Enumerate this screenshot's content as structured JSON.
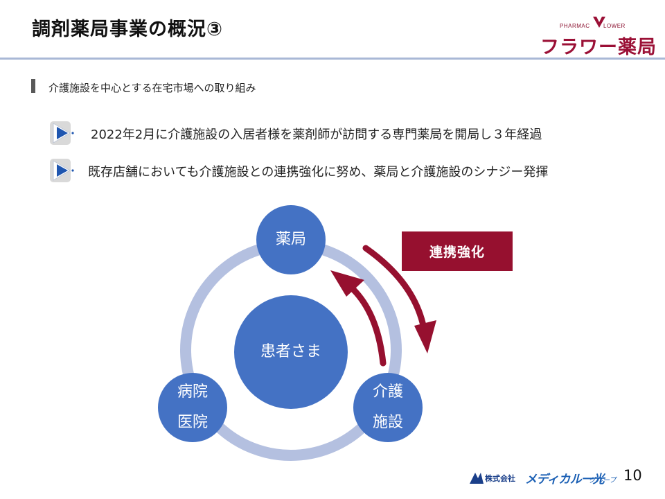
{
  "header": {
    "title": "調剤薬局事業の概況③",
    "logo": {
      "small_left": "PHARMAC",
      "small_right": "LOWER",
      "main": "フラワー薬局"
    }
  },
  "section": {
    "label": "介護施設を中心とする在宅市場への取り組み"
  },
  "bullets": [
    {
      "text": "2022年2月に介護施設の入居者様を薬剤師が訪問する専門薬局を開局し３年経過"
    },
    {
      "text": "既存店舗においても介護施設との連携強化に努め、薬局と介護施設のシナジー発揮"
    }
  ],
  "diagram": {
    "center": "患者さま",
    "pharmacy": "薬局",
    "hospital_line1": "病院",
    "hospital_line2": "医院",
    "care_line1": "介護",
    "care_line2": "施設",
    "emphasis": "連携強化",
    "colors": {
      "node": "#4472c4",
      "ring": "#b4c0e0",
      "arrow": "#96102f"
    }
  },
  "footer": {
    "company": "株式会社",
    "brand": "メディカル一光",
    "group": "グループ",
    "page_number": "10"
  }
}
